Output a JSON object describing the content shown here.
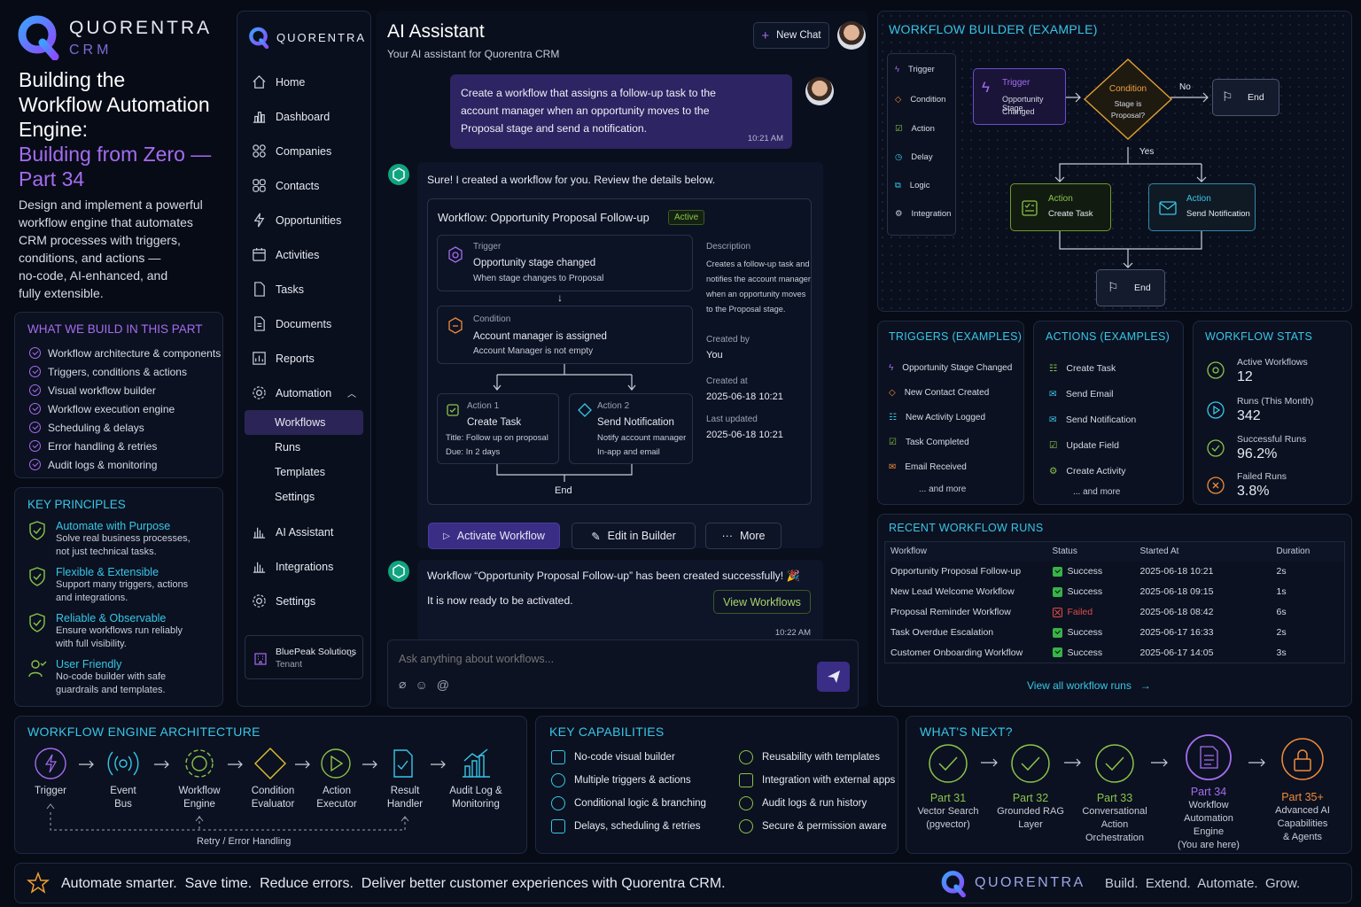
{
  "hero": {
    "brand": "QUORENTRA",
    "brand_sub": "CRM",
    "title_line1": "Building the",
    "title_line2": "Workflow Automation",
    "title_line3": "Engine:",
    "subtitle_line1": "Building from Zero —",
    "subtitle_line2": "Part 34",
    "description": [
      "Design and implement a powerful",
      "workflow engine that automates",
      "CRM processes with triggers,",
      "conditions, and actions —",
      "no-code, AI-enhanced, and",
      "fully extensible."
    ]
  },
  "what_we_build": {
    "title": "WHAT WE BUILD IN THIS PART",
    "items": [
      "Workflow architecture & components",
      "Triggers, conditions & actions",
      "Visual workflow builder",
      "Workflow execution engine",
      "Scheduling & delays",
      "Error handling & retries",
      "Audit logs & monitoring"
    ]
  },
  "key_principles": {
    "title": "KEY PRINCIPLES",
    "items": [
      {
        "title": "Automate with Purpose",
        "desc1": "Solve real business processes,",
        "desc2": "not just technical tasks."
      },
      {
        "title": "Flexible & Extensible",
        "desc1": "Support many triggers, actions",
        "desc2": "and integrations."
      },
      {
        "title": "Reliable & Observable",
        "desc1": "Ensure workflows run reliably",
        "desc2": "with full visibility."
      },
      {
        "title": "User Friendly",
        "desc1": "No-code builder with safe",
        "desc2": "guardrails and templates."
      }
    ]
  },
  "sidebar": {
    "brand": "QUORENTRA",
    "items": [
      "Home",
      "Dashboard",
      "Companies",
      "Contacts",
      "Opportunities",
      "Activities",
      "Tasks",
      "Documents",
      "Reports",
      "Automation"
    ],
    "sub_items": [
      "Workflows",
      "Runs",
      "Templates",
      "Settings"
    ],
    "bottom_items": [
      "AI Assistant",
      "Integrations",
      "Settings"
    ],
    "tenant_name": "BluePeak Solutions",
    "tenant_label": "Tenant"
  },
  "chat": {
    "title": "AI Assistant",
    "subtitle": "Your AI assistant for Quorentra CRM",
    "new_chat": "New Chat",
    "user_msg": [
      "Create a workflow that assigns a follow-up task to the",
      "account manager when an opportunity moves to the",
      "Proposal stage and send a notification."
    ],
    "user_time": "10:21 AM",
    "ai_intro": "Sure! I created a workflow for you. Review the details below.",
    "wf_title": "Workflow: Opportunity Proposal Follow-up",
    "wf_status": "Active",
    "trigger_label": "Trigger",
    "trigger_title": "Opportunity stage changed",
    "trigger_desc": "When stage changes to Proposal",
    "condition_label": "Condition",
    "condition_title": "Account manager is assigned",
    "condition_desc": "Account Manager is not empty",
    "action1_label": "Action 1",
    "action1_title": "Create Task",
    "action1_d1": "Title: Follow up on proposal",
    "action1_d2": "Due: In 2 days",
    "action2_label": "Action 2",
    "action2_title": "Send Notification",
    "action2_d1": "Notify account manager",
    "action2_d2": "In-app and email",
    "end": "End",
    "desc_label": "Description",
    "desc_text": [
      "Creates a follow-up task and",
      "notifies the account manager",
      "when an opportunity moves",
      "to the Proposal stage."
    ],
    "created_by_label": "Created by",
    "created_by": "You",
    "created_at_label": "Created at",
    "created_at": "2025-06-18 10:21",
    "updated_label": "Last updated",
    "updated_at": "2025-06-18 10:21",
    "btn_activate": "Activate Workflow",
    "btn_edit": "Edit in Builder",
    "btn_more": "More",
    "ai_success": "Workflow “Opportunity Proposal Follow-up” has been created successfully! 🎉",
    "ai_ready": "It is now ready to be activated.",
    "btn_view": "View Workflows",
    "ai_time": "10:22 AM",
    "input_placeholder": "Ask anything about workflows..."
  },
  "builder": {
    "title": "WORKFLOW BUILDER (EXAMPLE)",
    "palette": [
      "Trigger",
      "Condition",
      "Action",
      "Delay",
      "Logic",
      "Integration"
    ],
    "trigger_label": "Trigger",
    "trigger_text1": "Opportunity Stage",
    "trigger_text2": "Changed",
    "cond_label": "Condition",
    "cond_text1": "Stage is",
    "cond_text2": "Proposal?",
    "no": "No",
    "yes": "Yes",
    "end": "End",
    "action_label": "Action",
    "action1_text": "Create Task",
    "action2_text": "Send Notification"
  },
  "triggers": {
    "title": "TRIGGERS (EXAMPLES)",
    "items": [
      "Opportunity Stage Changed",
      "New Contact Created",
      "New Activity Logged",
      "Task Completed",
      "Email Received"
    ],
    "more": "... and more"
  },
  "actions": {
    "title": "ACTIONS (EXAMPLES)",
    "items": [
      "Create Task",
      "Send Email",
      "Send Notification",
      "Update Field",
      "Create Activity"
    ],
    "more": "... and more"
  },
  "stats": {
    "title": "WORKFLOW STATS",
    "items": [
      {
        "label": "Active Workflows",
        "value": "12"
      },
      {
        "label": "Runs (This Month)",
        "value": "342"
      },
      {
        "label": "Successful Runs",
        "value": "96.2%"
      },
      {
        "label": "Failed Runs",
        "value": "3.8%"
      }
    ]
  },
  "runs": {
    "title": "RECENT WORKFLOW RUNS",
    "headers": [
      "Workflow",
      "Status",
      "Started At",
      "Duration"
    ],
    "rows": [
      {
        "workflow": "Opportunity Proposal Follow-up",
        "status": "Success",
        "started": "2025-06-18 10:21",
        "duration": "2s"
      },
      {
        "workflow": "New Lead Welcome Workflow",
        "status": "Success",
        "started": "2025-06-18 09:15",
        "duration": "1s"
      },
      {
        "workflow": "Proposal Reminder Workflow",
        "status": "Failed",
        "started": "2025-06-18 08:42",
        "duration": "6s"
      },
      {
        "workflow": "Task Overdue Escalation",
        "status": "Success",
        "started": "2025-06-17 16:33",
        "duration": "2s"
      },
      {
        "workflow": "Customer Onboarding Workflow",
        "status": "Success",
        "started": "2025-06-17 14:05",
        "duration": "3s"
      }
    ],
    "view_all": "View all workflow runs"
  },
  "architecture": {
    "title": "WORKFLOW ENGINE ARCHITECTURE",
    "nodes": [
      [
        "Trigger",
        ""
      ],
      [
        "Event",
        "Bus"
      ],
      [
        "Workflow",
        "Engine"
      ],
      [
        "Condition",
        "Evaluator"
      ],
      [
        "Action",
        "Executor"
      ],
      [
        "Result",
        "Handler"
      ],
      [
        "Audit Log &",
        "Monitoring"
      ]
    ],
    "retry": "Retry / Error Handling"
  },
  "capabilities": {
    "title": "KEY CAPABILITIES",
    "left": [
      "No-code visual builder",
      "Multiple triggers & actions",
      "Conditional logic & branching",
      "Delays, scheduling & retries"
    ],
    "right": [
      "Reusability with templates",
      "Integration with external apps",
      "Audit logs & run history",
      "Secure & permission aware"
    ]
  },
  "next": {
    "title": "WHAT'S NEXT?",
    "parts": [
      {
        "part": "Part 31",
        "l1": "Vector Search",
        "l2": "(pgvector)",
        "l3": "",
        "l4": ""
      },
      {
        "part": "Part 32",
        "l1": "Grounded RAG",
        "l2": "Layer",
        "l3": "",
        "l4": ""
      },
      {
        "part": "Part 33",
        "l1": "Conversational",
        "l2": "Action",
        "l3": "Orchestration",
        "l4": ""
      },
      {
        "part": "Part 34",
        "l1": "Workflow",
        "l2": "Automation",
        "l3": "Engine",
        "l4": "(You are here)"
      },
      {
        "part": "Part 35+",
        "l1": "Advanced AI",
        "l2": "Capabilities",
        "l3": "& Agents",
        "l4": ""
      }
    ]
  },
  "footer": {
    "tagline": "Automate smarter.  Save time.  Reduce errors.  Deliver better customer experiences with Quorentra CRM.",
    "brand": "QUORENTRA",
    "slogan": "Build.  Extend.  Automate.  Grow."
  },
  "colors": {
    "accent": "#38c6e8",
    "purple": "#a56cf0",
    "green": "#8bc34a",
    "orange": "#f08a3a",
    "bg": "#070b16"
  }
}
